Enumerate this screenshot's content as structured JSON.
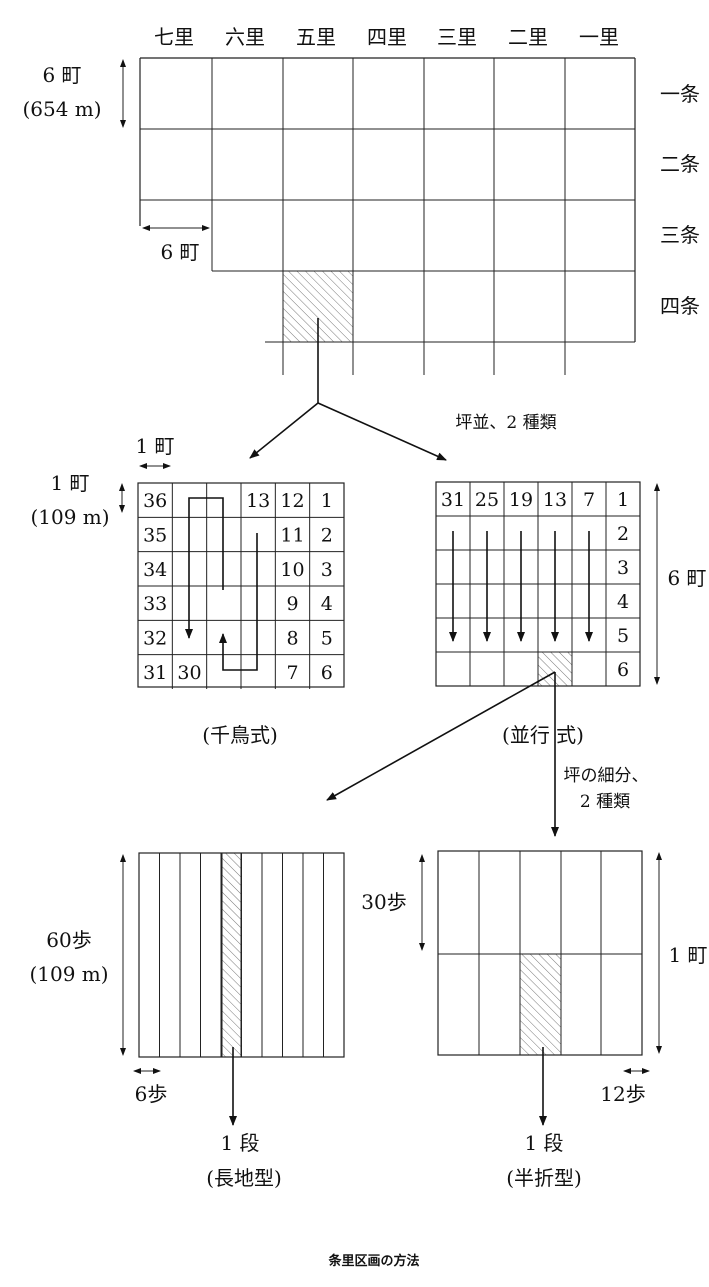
{
  "top_grid": {
    "columns": [
      "七里",
      "六里",
      "五里",
      "四里",
      "三里",
      "二里",
      "一里"
    ],
    "rows": [
      "一条",
      "二条",
      "三条",
      "四条"
    ],
    "height_label": "6 町",
    "height_metric": "(654 m)",
    "width_label": "6 町"
  },
  "branch_label": "坪並、2 種類",
  "chidori": {
    "width_label": "1 町",
    "height_label": "1 町",
    "height_metric": "(109 m)",
    "cells": [
      [
        "36",
        "",
        "",
        "13",
        "12",
        "1"
      ],
      [
        "35",
        "",
        "",
        "",
        "11",
        "2"
      ],
      [
        "34",
        "",
        "",
        "",
        "10",
        "3"
      ],
      [
        "33",
        "",
        "",
        "",
        "9",
        "4"
      ],
      [
        "32",
        "",
        "",
        "",
        "8",
        "5"
      ],
      [
        "31",
        "30",
        "",
        "",
        "7",
        "6"
      ]
    ],
    "caption": "(千鳥式)"
  },
  "heikou": {
    "cells": [
      [
        "31",
        "25",
        "19",
        "13",
        "7",
        "1"
      ],
      [
        "",
        "",
        "",
        "",
        "",
        "2"
      ],
      [
        "",
        "",
        "",
        "",
        "",
        "3"
      ],
      [
        "",
        "",
        "",
        "",
        "",
        "4"
      ],
      [
        "",
        "",
        "",
        "",
        "",
        "5"
      ],
      [
        "",
        "",
        "",
        "",
        "",
        "6"
      ]
    ],
    "side_label": "6 町",
    "caption": "(並行 式)"
  },
  "subdivide_label_1": "坪の細分、",
  "subdivide_label_2": "2 種類",
  "nagaji": {
    "height_label": "60歩",
    "height_metric": "(109 m)",
    "width_label": "6歩",
    "result_label": "1 段",
    "caption": "(長地型)"
  },
  "hanori": {
    "height_label": "30歩",
    "side_label": "1 町",
    "width_label": "12歩",
    "result_label": "1 段",
    "caption": "(半折型)"
  },
  "figure_caption": "条里区画の方法"
}
